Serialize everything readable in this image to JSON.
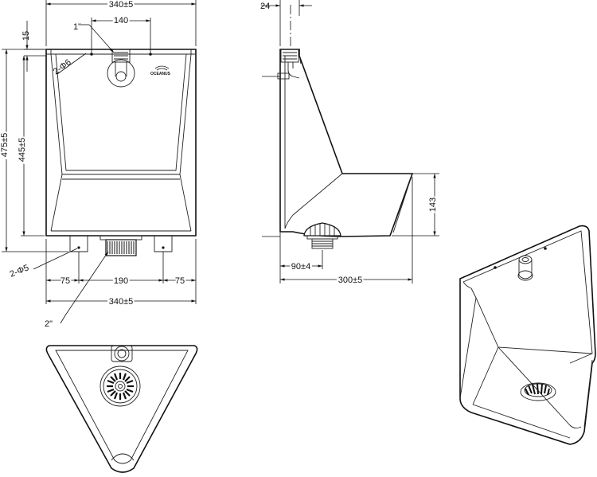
{
  "dimensions": {
    "front_width_top": "340±5",
    "front_width_bottom": "340±5",
    "inlet_spacing": "140",
    "top_offset": "15",
    "overall_height": "475±5",
    "body_height": "445±5",
    "side_depth_top": "24",
    "side_drain_offset": "90±4",
    "side_depth": "300±5",
    "side_bowl_height": "143",
    "bottom_left": "75",
    "bottom_center": "190",
    "bottom_right": "75"
  },
  "labels": {
    "inlet": "1\"",
    "outlet": "2\"",
    "top_holes": "2-Φ6",
    "bottom_holes": "2-Φ5"
  },
  "brand": "OCEANUS"
}
